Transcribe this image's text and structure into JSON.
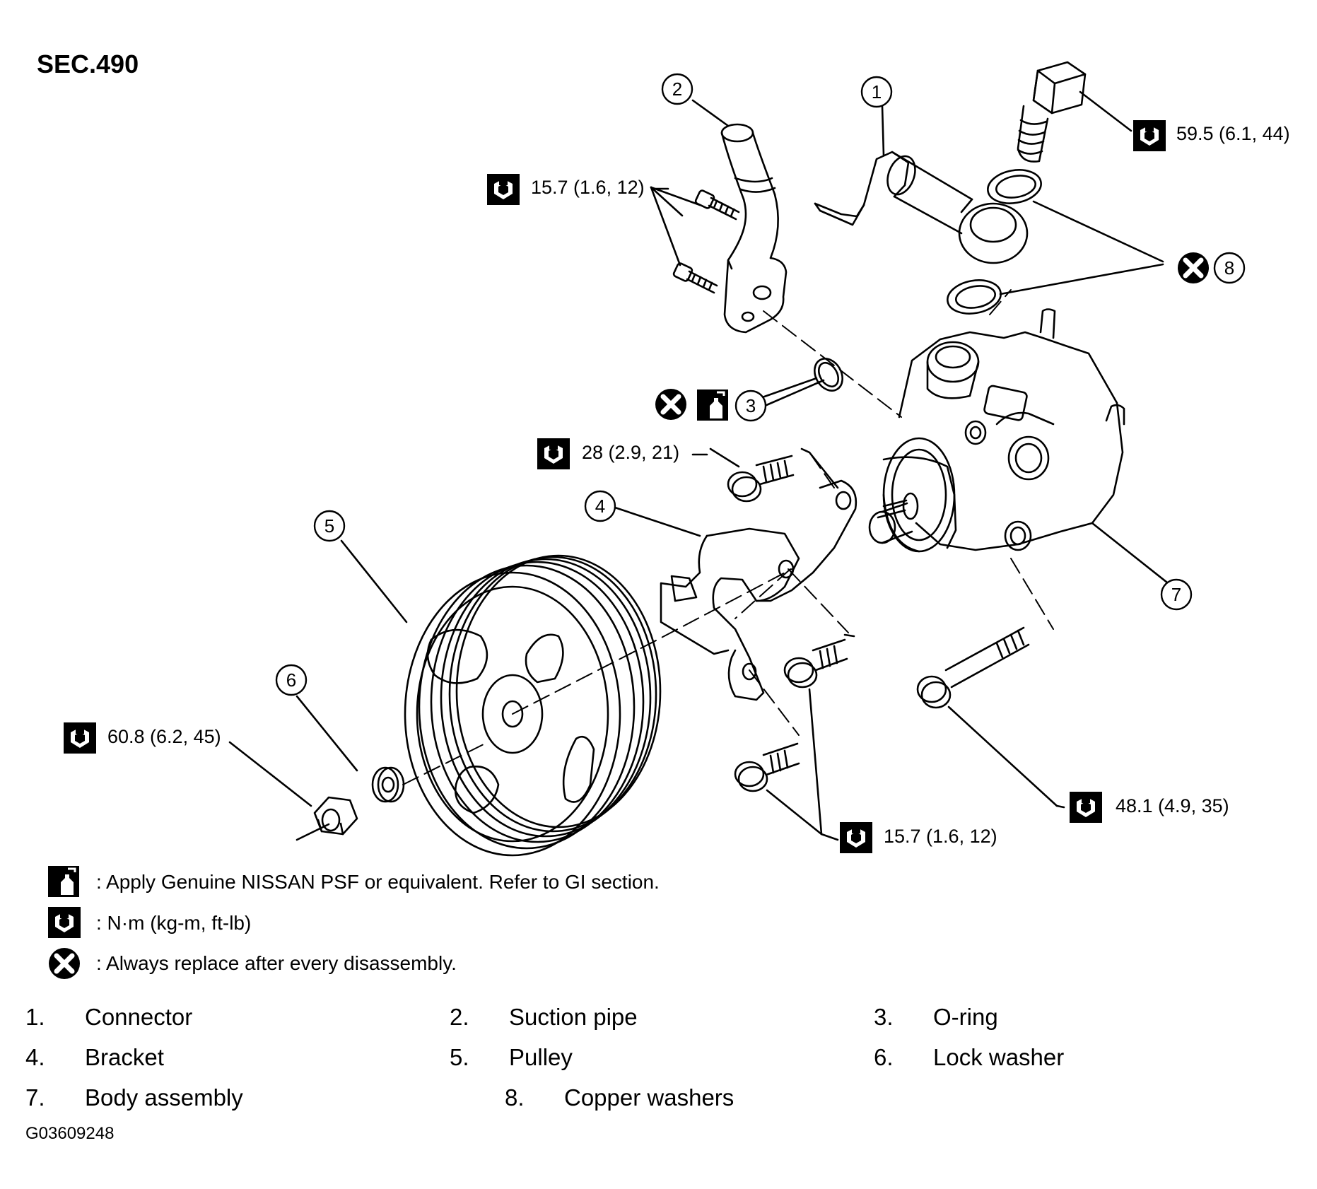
{
  "section": "SEC.490",
  "figure_code": "G03609248",
  "callouts": [
    "1",
    "2",
    "3",
    "4",
    "5",
    "6",
    "7",
    "8"
  ],
  "torques": {
    "union_bolt": "59.5 (6.1, 44)",
    "suction_bolts": "15.7 (1.6, 12)",
    "bracket_upper_bolt": "28 (2.9, 21)",
    "pulley_nut": "60.8 (6.2, 45)",
    "long_bolt": "48.1 (4.9, 35)",
    "bracket_lower_bolts": "15.7 (1.6, 12)"
  },
  "legend": {
    "psf": ": Apply Genuine NISSAN PSF or equivalent. Refer to GI section.",
    "torque": ": N·m (kg-m, ft-lb)",
    "replace": ": Always replace after every disassembly."
  },
  "parts": [
    {
      "num": "1.",
      "name": "Connector"
    },
    {
      "num": "2.",
      "name": "Suction pipe"
    },
    {
      "num": "3.",
      "name": "O-ring"
    },
    {
      "num": "4.",
      "name": "Bracket"
    },
    {
      "num": "5.",
      "name": "Pulley"
    },
    {
      "num": "6.",
      "name": "Lock washer"
    },
    {
      "num": "7.",
      "name": "Body assembly"
    },
    {
      "num": "8.",
      "name": "Copper washers"
    }
  ],
  "icons": [
    "torque-wrench-icon",
    "psf-bottle-icon",
    "replace-x-icon"
  ],
  "colors": {
    "ink": "#000000",
    "paper": "#ffffff"
  }
}
